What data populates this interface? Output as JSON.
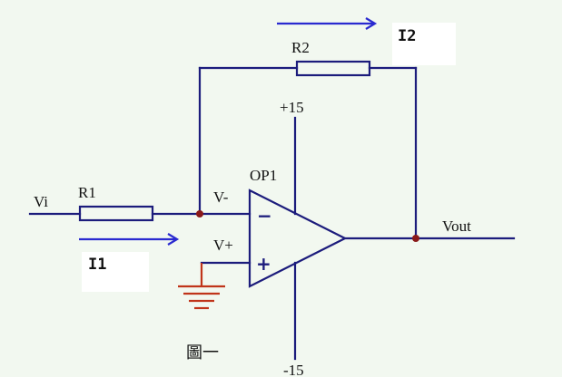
{
  "labels": {
    "vi": "Vi",
    "r1": "R1",
    "r2": "R2",
    "i1": "I1",
    "i2": "I2",
    "v_minus": "V-",
    "v_plus": "V+",
    "opamp": "OP1",
    "supply_pos": "+15",
    "supply_neg": "-15",
    "vout": "Vout",
    "minus_sign": "−",
    "plus_sign": "+",
    "caption": "圖一"
  },
  "colors": {
    "wire": "#1c1c7c",
    "arrow": "#2a2ad0",
    "ground": "#c0341a",
    "junction": "#8a1a1a",
    "background": "#f2f8f0",
    "label_box": "#ffffff"
  }
}
